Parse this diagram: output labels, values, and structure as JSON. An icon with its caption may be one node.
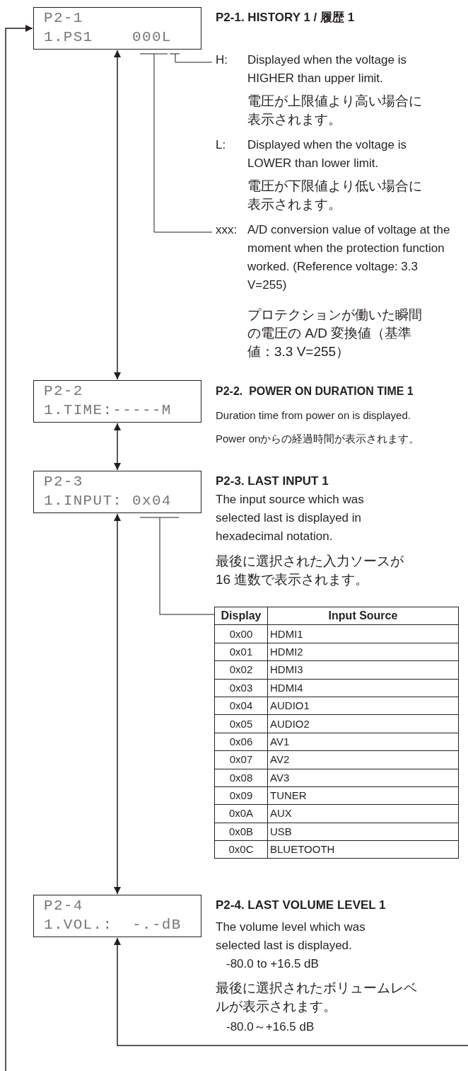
{
  "diagram": {
    "nodes": [
      {
        "text": [
          "P2-1",
          "1.PS1    000L"
        ]
      },
      {
        "text": [
          "H:",
          "Displayed when the voltage is HIGHER than upper limit.",
          "電圧が上限値より高い場合に表示されます。",
          "L:",
          "Displayed when the voltage is LOWER than lower limit.",
          "電圧が下限値より低い場合に表示されます。"
        ]
      },
      {
        "text": [
          "xxx:",
          "A/D conversion value of voltage at the moment when the protection function worked. (Reference voltage: 3.3 V=255)",
          "プロテクションが働いた瞬間の電圧の A/D 変換値（基準値：3.3 V=255）"
        ]
      },
      {
        "text": [
          "P2-2",
          "1.TIME:-----M"
        ]
      },
      {
        "text": [
          "P2-3",
          "1.INPUT: 0x04"
        ]
      },
      {
        "text": [
          "Display",
          "Input Source",
          "0x00",
          "HDMI1",
          "0x01",
          "HDMI2",
          "0x02",
          "HDMI3",
          "0x03",
          "HDMI4",
          "0x04",
          "AUDIO1",
          "0x05",
          "AUDIO2",
          "0x06",
          "AV1",
          "0x07",
          "AV2",
          "0x08",
          "AV3",
          "0x09",
          "TUNER",
          "0x0A",
          "AUX",
          "0x0B",
          "USB",
          "0x0C",
          "BLUETOOTH"
        ]
      },
      {
        "text": [
          "P2-4",
          "1.VOL.:  -.-dB"
        ]
      }
    ],
    "edges": [
      {
        "from": 0,
        "to": 3,
        "arrow": "both"
      },
      {
        "from": 3,
        "to": 4,
        "arrow": "both"
      },
      {
        "from": 4,
        "to": 6,
        "arrow": "both"
      },
      {
        "from": null,
        "to": 6,
        "arrow": "to"
      },
      {
        "from": null,
        "to": 0,
        "arrow": "to"
      },
      {
        "from": 1,
        "to": 0,
        "arrow": "none"
      },
      {
        "from": 2,
        "to": 0,
        "arrow": "none"
      },
      {
        "from": 5,
        "to": 4,
        "arrow": "none"
      }
    ],
    "labels": [
      "P2-1. HISTORY 1 / 履歴 1",
      "P2-2.  POWER ON DURATION TIME 1",
      "Duration time from power on is displayed.",
      "Power onからの経過時間が表示されます。",
      "P2-3. LAST INPUT 1",
      "The input source which was selected last is displayed in hexadecimal notation.",
      "最後に選択された入力ソースが 16 進数で表示されます。",
      "P2-4. LAST VOLUME LEVEL 1",
      "The volume level which was selected last is displayed.",
      "-80.0 to +16.5 dB",
      "最後に選択されたボリュームレベルが表示されます。",
      "-80.0～+16.5 dB"
    ]
  }
}
